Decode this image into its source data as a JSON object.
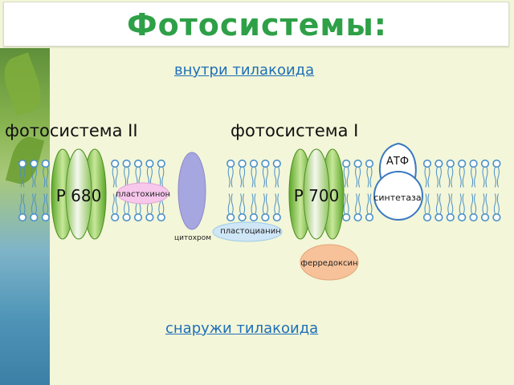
{
  "title": "Фотосистемы:",
  "inside_label": "внутри тилакоида",
  "outside_label": "снаружи тилакоида",
  "photosystem2": {
    "name": "фотосистема II",
    "center": "P 680"
  },
  "photosystem1": {
    "name": "фотосистема I",
    "center": "P 700"
  },
  "plastoquinone": "пластохинон",
  "cytochrome": "цитохром",
  "plastocyanin": "пластоцианин",
  "ferredoxin": "ферредоксин",
  "atp_synthase": {
    "top": "АТФ",
    "bottom": "синтетаза"
  },
  "colors": {
    "title": "#2ea047",
    "lipid_head": "#4a90c8",
    "plastoquinone": "#f7c7ec",
    "cytochrome": "#a6a6e0",
    "plastocyanin": "#cfe6f7",
    "ferredoxin": "#f7c29a",
    "photosystem": "#7cbf3a"
  }
}
